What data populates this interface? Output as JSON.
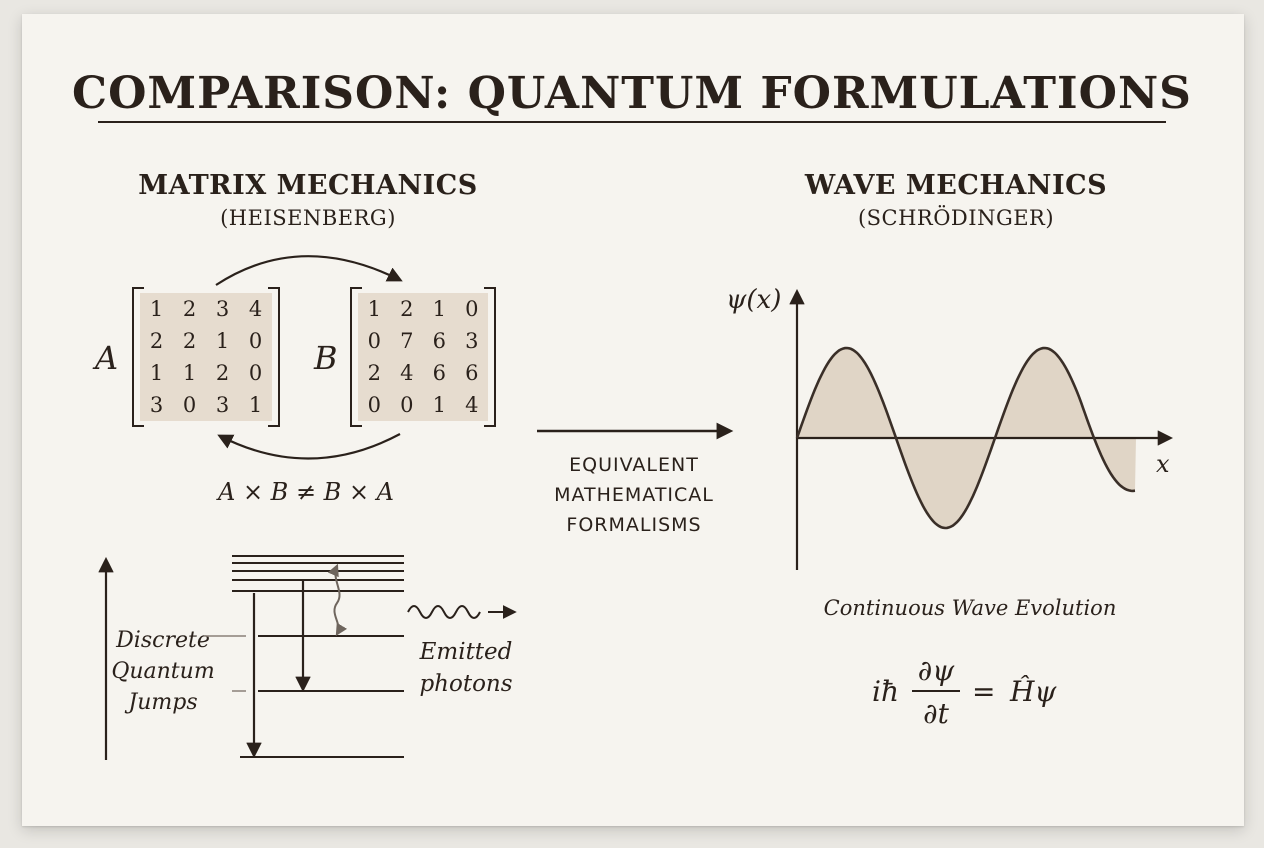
{
  "title": "COMPARISON: QUANTUM FORMULATIONS",
  "matrix": {
    "heading": "MATRIX MECHANICS",
    "subheading": "(HEISENBERG)",
    "a_label": "A",
    "b_label": "B",
    "a_rows": [
      [
        "1",
        "2",
        "3",
        "4"
      ],
      [
        "2",
        "2",
        "1",
        "0"
      ],
      [
        "1",
        "1",
        "2",
        "0"
      ],
      [
        "3",
        "0",
        "3",
        "1"
      ]
    ],
    "b_rows": [
      [
        "1",
        "2",
        "1",
        "0"
      ],
      [
        "0",
        "7",
        "6",
        "3"
      ],
      [
        "2",
        "4",
        "6",
        "6"
      ],
      [
        "0",
        "0",
        "1",
        "4"
      ]
    ],
    "relation": "A × B ≠ B × A",
    "jumps_label": [
      "Discrete",
      "Quantum",
      "Jumps"
    ],
    "photons_label": [
      "Emitted",
      "photons"
    ]
  },
  "middle": {
    "label": [
      "EQUIVALENT",
      "MATHEMATICAL",
      "FORMALISMS"
    ]
  },
  "wave": {
    "heading": "WAVE MECHANICS",
    "subheading": "(SCHRÖDINGER)",
    "y_axis_label": "ψ(x)",
    "x_axis_label": "x",
    "caption": "Continuous Wave Evolution",
    "equation": {
      "lhs_prefix": "iħ",
      "numerator": "∂ψ",
      "denominator": "∂t",
      "equals": "=",
      "rhs": "Ĥψ"
    }
  },
  "colors": {
    "ink": "#2a211b",
    "paper": "#f6f4ef",
    "matrix_fill": "#e6dccf",
    "wave_fill": "#e0d5c6",
    "grey_arrow": "#6e655d"
  }
}
